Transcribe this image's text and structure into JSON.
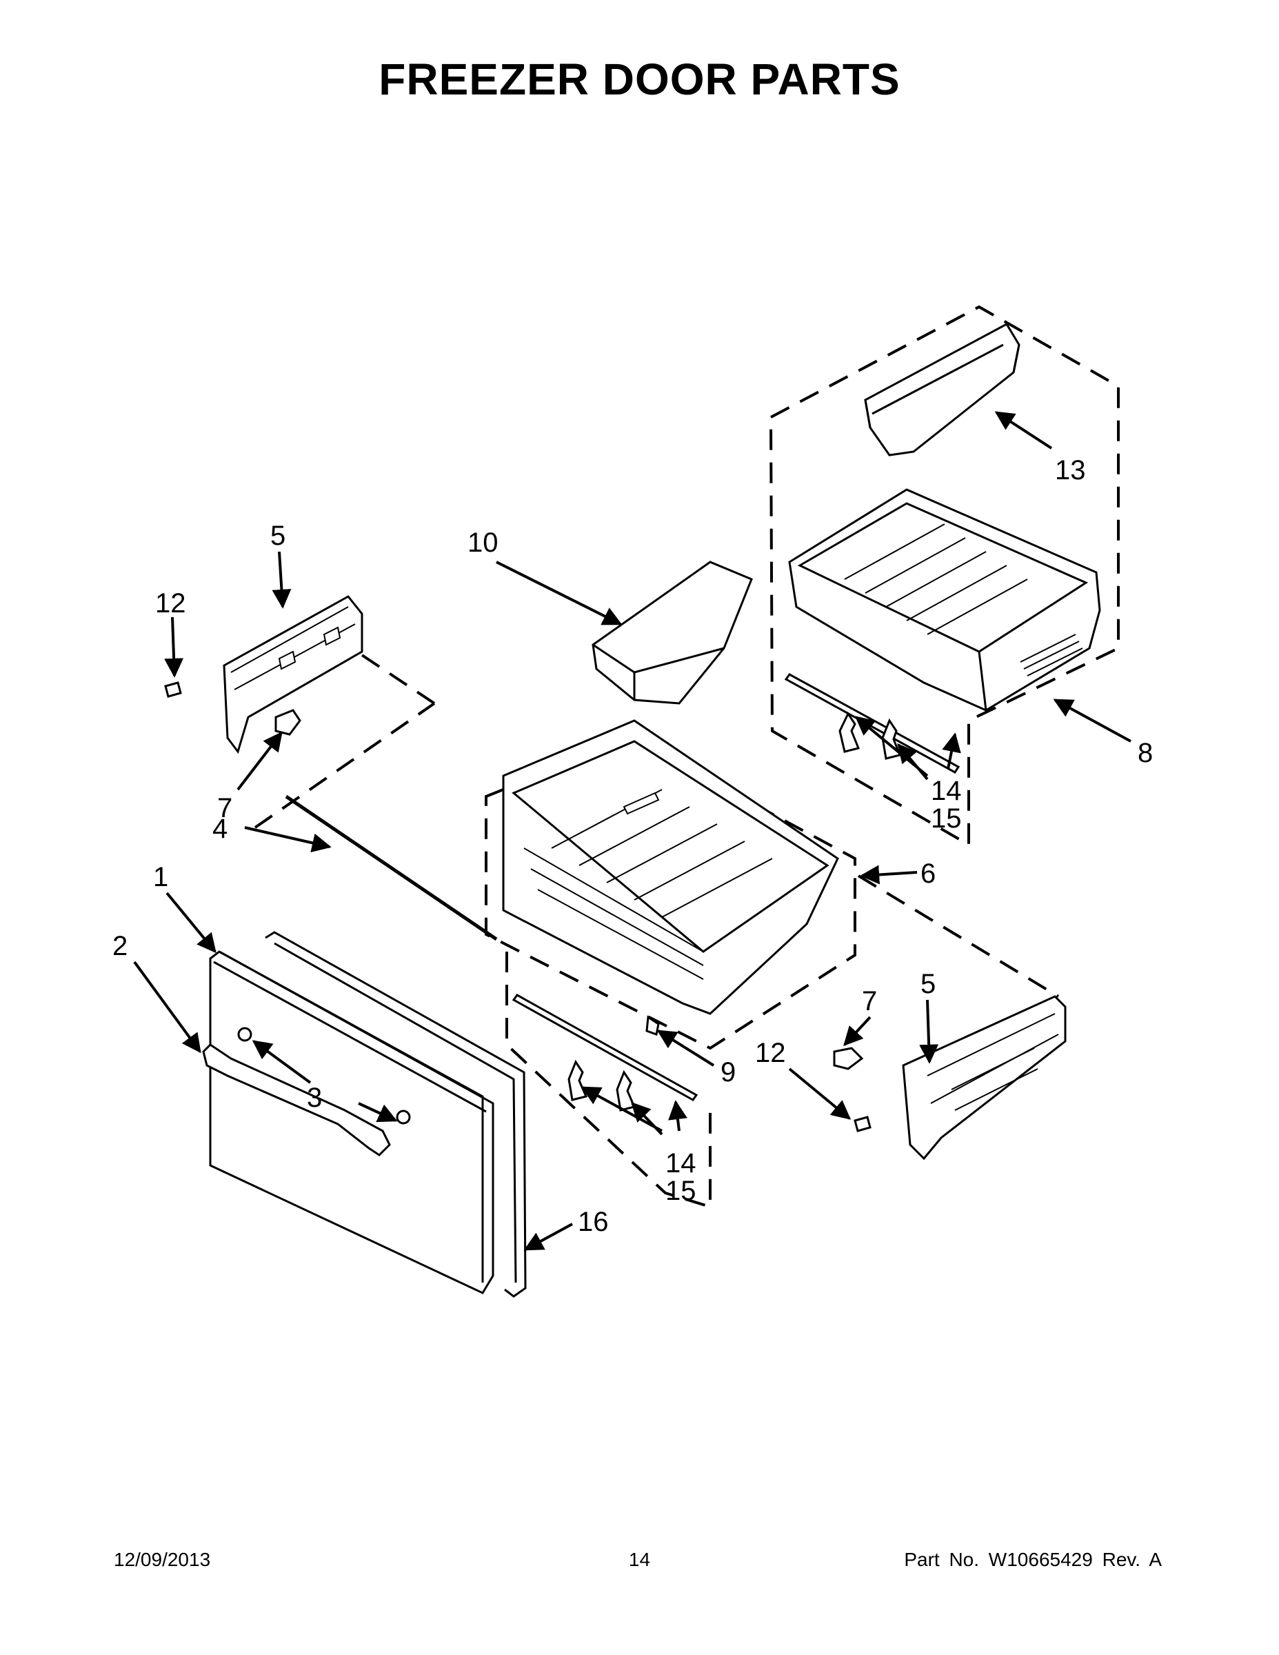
{
  "title": "FREEZER DOOR PARTS",
  "footer": {
    "date": "12/09/2013",
    "page": "14",
    "part_number": "Part No.  W10665429  Rev.  A"
  },
  "callouts": [
    {
      "id": "c1",
      "text": "1"
    },
    {
      "id": "c2",
      "text": "2"
    },
    {
      "id": "c3",
      "text": "3"
    },
    {
      "id": "c4",
      "text": "4"
    },
    {
      "id": "c5a",
      "text": "5"
    },
    {
      "id": "c5b",
      "text": "5"
    },
    {
      "id": "c6",
      "text": "6"
    },
    {
      "id": "c7a",
      "text": "7"
    },
    {
      "id": "c7b",
      "text": "7"
    },
    {
      "id": "c8",
      "text": "8"
    },
    {
      "id": "c9",
      "text": "9"
    },
    {
      "id": "c10",
      "text": "10"
    },
    {
      "id": "c12a",
      "text": "12"
    },
    {
      "id": "c12b",
      "text": "12"
    },
    {
      "id": "c13",
      "text": "13"
    },
    {
      "id": "c14a",
      "text": "14"
    },
    {
      "id": "c15a",
      "text": "15"
    },
    {
      "id": "c14b",
      "text": "14"
    },
    {
      "id": "c15b",
      "text": "15"
    },
    {
      "id": "c16",
      "text": "16"
    }
  ],
  "colors": {
    "line": "#000000",
    "background": "#ffffff",
    "part_fill": "#ffffff"
  }
}
